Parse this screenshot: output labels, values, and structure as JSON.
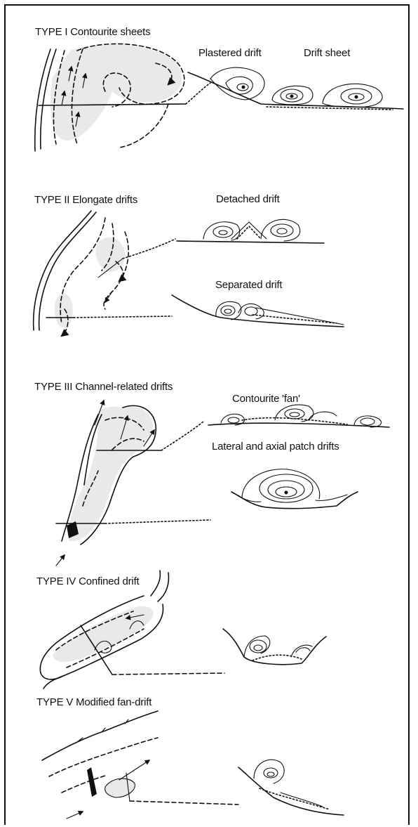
{
  "types": [
    {
      "title": "TYPE I Contourite sheets",
      "labels": [
        "Plastered drift",
        "Drift sheet"
      ]
    },
    {
      "title": "TYPE II Elongate drifts",
      "labels": [
        "Detached drift",
        "Separated drift"
      ]
    },
    {
      "title": "TYPE III Channel-related drifts",
      "labels": [
        "Contourite 'fan'",
        "Lateral and axial patch drifts"
      ]
    },
    {
      "title": "TYPE IV Confined drift",
      "labels": []
    },
    {
      "title": "TYPE V Modified fan-drift",
      "labels": []
    }
  ],
  "colors": {
    "ink": "#111111",
    "background": "#ffffff",
    "stipple": "#bfbfbf"
  }
}
